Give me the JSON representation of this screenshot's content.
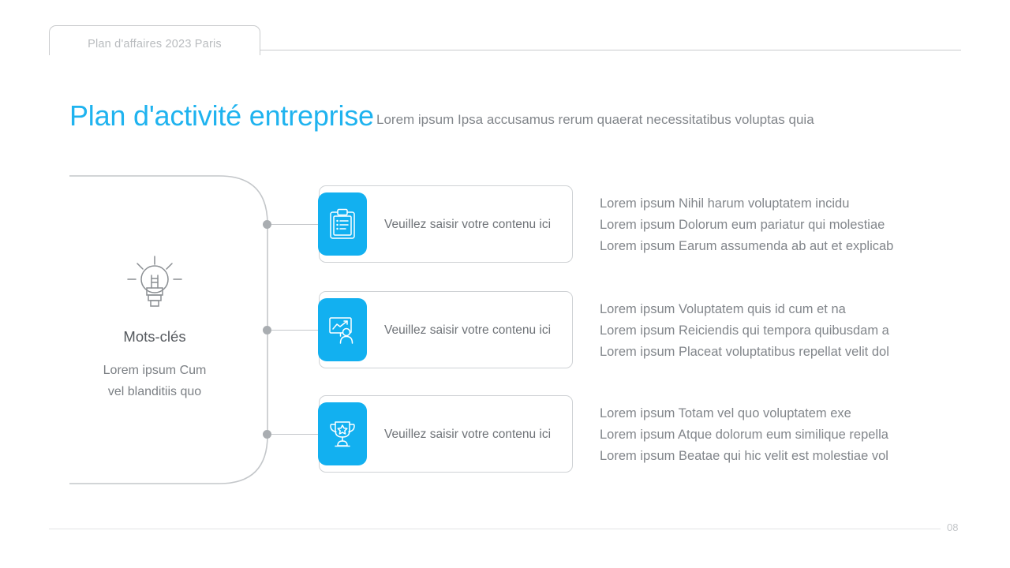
{
  "header": {
    "tab_label": "Plan d'affaires 2023 Paris"
  },
  "heading": {
    "title": "Plan d'activité entreprise",
    "subtitle": "Lorem ipsum Ipsa accusamus rerum quaerat necessitatibus voluptas quia"
  },
  "keyword_block": {
    "icon": "lightbulb-icon",
    "title": "Mots-clés",
    "desc_line_1": "Lorem ipsum Cum",
    "desc_line_2": "vel blanditiis quo"
  },
  "rows": [
    {
      "icon": "clipboard-icon",
      "card_text": "Veuillez saisir votre contenu ici",
      "desc_lines": [
        "Lorem ipsum Nihil harum voluptatem incidu",
        "Lorem ipsum Dolorum eum pariatur qui molestiae",
        "Lorem ipsum Earum assumenda ab aut et explicab"
      ]
    },
    {
      "icon": "presentation-person-icon",
      "card_text": "Veuillez saisir votre contenu ici",
      "desc_lines": [
        "Lorem ipsum Voluptatem quis id cum et na",
        "Lorem ipsum Reiciendis qui tempora quibusdam a",
        "Lorem ipsum Placeat voluptatibus repellat velit dol"
      ]
    },
    {
      "icon": "trophy-icon",
      "card_text": "Veuillez saisir votre contenu ici",
      "desc_lines": [
        "Lorem ipsum Totam vel quo voluptatem exe",
        "Lorem ipsum Atque dolorum eum similique repella",
        "Lorem ipsum Beatae qui hic velit est molestiae vol"
      ]
    }
  ],
  "footer": {
    "page_number": "08"
  },
  "colors": {
    "accent": "#12b0f0",
    "title": "#1fb3ef",
    "body_text": "#82868b",
    "line": "#c9cbcd"
  }
}
